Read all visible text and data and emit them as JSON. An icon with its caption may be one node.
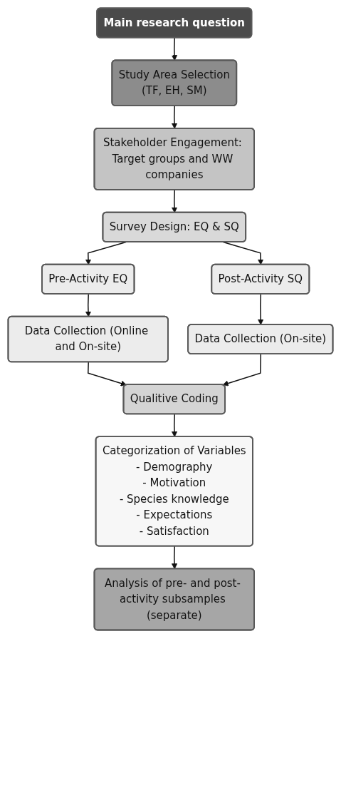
{
  "diagram": {
    "nodes": [
      {
        "text": [
          "Main research question"
        ]
      },
      {
        "text": [
          "Study Area Selection",
          "(TF, EH, SM)"
        ]
      },
      {
        "text": [
          "Stakeholder Engagement: Target groups and WW companies"
        ]
      },
      {
        "text": [
          "Survey Design: EQ & SQ"
        ]
      },
      {
        "text": [
          "Pre-Activity EQ"
        ]
      },
      {
        "text": [
          "Post-Activity SQ"
        ]
      },
      {
        "text": [
          "Data Collection (Online and On-site)"
        ]
      },
      {
        "text": [
          "Data Collection (On-site)"
        ]
      },
      {
        "text": [
          "Qualitive Coding"
        ]
      },
      {
        "text": [
          "Categorization of Variables",
          "- Demography",
          "- Motivation",
          "- Species knowledge",
          "- Expectations",
          "- Satisfaction"
        ]
      },
      {
        "text": [
          "Analysis of pre- and post- activity subsamples (separate)"
        ]
      }
    ],
    "edges": [
      {
        "from": 0,
        "to": 1,
        "arrow": "to"
      },
      {
        "from": 1,
        "to": 2,
        "arrow": "to"
      },
      {
        "from": 2,
        "to": 3,
        "arrow": "to"
      },
      {
        "from": 3,
        "to": 4,
        "arrow": "to"
      },
      {
        "from": 3,
        "to": 5,
        "arrow": "to"
      },
      {
        "from": 4,
        "to": 6,
        "arrow": "to"
      },
      {
        "from": 5,
        "to": 7,
        "arrow": "to"
      },
      {
        "from": 6,
        "to": 8,
        "arrow": "to"
      },
      {
        "from": 7,
        "to": 8,
        "arrow": "to"
      },
      {
        "from": 8,
        "to": 9,
        "arrow": "to"
      },
      {
        "from": 9,
        "to": 10,
        "arrow": "to"
      }
    ]
  }
}
